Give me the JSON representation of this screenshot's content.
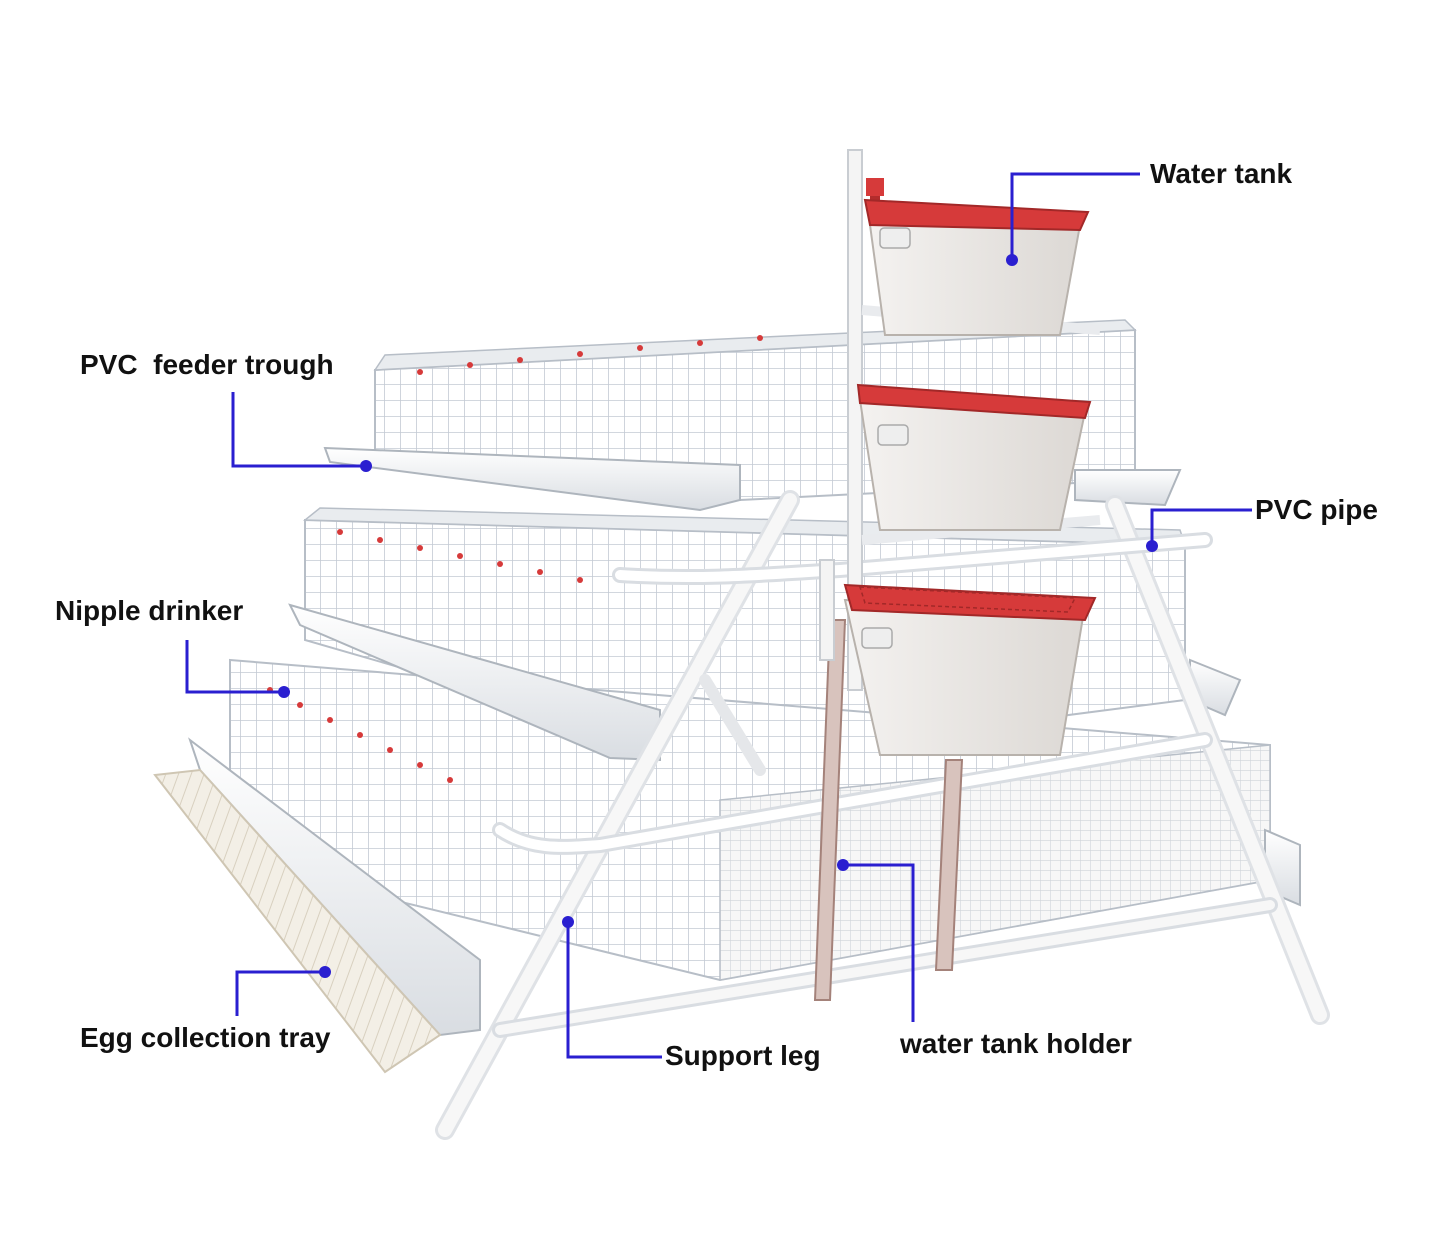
{
  "image": {
    "subject": "poultry-battery-cage",
    "colors": {
      "leader_line": "#2a1fd0",
      "lid_red": "#d63a3a",
      "tank_body": "#ece9e6",
      "frame": "#f2f2f2",
      "mesh": "#c9cfd6"
    }
  },
  "labels": {
    "water_tank": "Water tank",
    "feeder_trough": "PVC  feeder trough",
    "pvc_pipe": "PVC pipe",
    "nipple_drinker": "Nipple drinker",
    "egg_collection_tray": "Egg collection tray",
    "support_leg": "Support leg",
    "water_tank_holder": "water tank holder"
  }
}
